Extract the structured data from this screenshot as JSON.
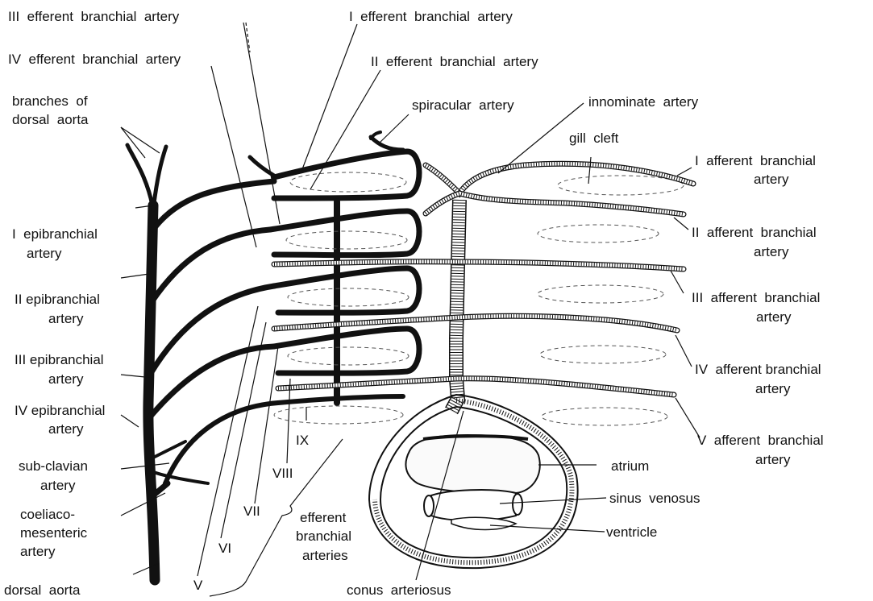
{
  "labels": {
    "efferent_3": "III  efferent  branchial  artery",
    "efferent_4": "IV  efferent  branchial  artery",
    "efferent_1": "I  efferent  branchial  artery",
    "efferent_2": "II  efferent  branchial  artery",
    "branches_dorsal_aorta_1": "branches  of",
    "branches_dorsal_aorta_2": "dorsal  aorta",
    "spiracular": "spiracular  artery",
    "innominate": "innominate  artery",
    "gill_cleft": "gill  cleft",
    "afferent_1a": "I  afferent  branchial",
    "afferent_1b": "artery",
    "afferent_2a": "II  afferent  branchial",
    "afferent_2b": "artery",
    "afferent_3a": "III  afferent  branchial",
    "afferent_3b": "artery",
    "afferent_4a": "IV  afferent branchial",
    "afferent_4b": "artery",
    "afferent_5a": "V  afferent  branchial",
    "afferent_5b": "artery",
    "epi_1a": "I  epibranchial",
    "epi_1b": "artery",
    "epi_2a": "II epibranchial",
    "epi_2b": "artery",
    "epi_3a": "III epibranchial",
    "epi_3b": "artery",
    "epi_4a": "IV epibranchial",
    "epi_4b": "artery",
    "subclavian_a": "sub-clavian",
    "subclavian_b": "artery",
    "coeliaco_a": "coeliaco-",
    "coeliaco_b": "mesenteric",
    "coeliaco_c": "artery",
    "dorsal_aorta": "dorsal  aorta",
    "num_ix": "IX",
    "num_viii": "VIII",
    "num_vii": "VII",
    "num_vi": "VI",
    "num_v": "V",
    "efferent_group_a": "efferent",
    "efferent_group_b": "branchial",
    "efferent_group_c": "arteries",
    "atrium": "atrium",
    "sinus_venosus": "sinus  venosus",
    "ventricle": "ventricle",
    "conus": "conus  arteriosus"
  }
}
